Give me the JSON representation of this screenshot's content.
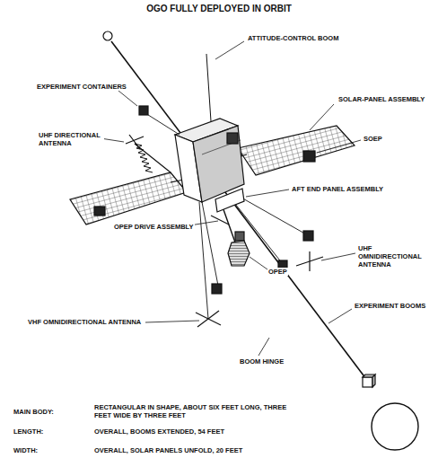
{
  "diagram": {
    "title": "OGO FULLY DEPLOYED IN ORBIT",
    "labels": [
      "EXPERIMENT CONTAINERS",
      "ATTITUDE-CONTROL BOOM",
      "UHF DIRECTIONAL ANTENNA",
      "SOLAR-PANEL ASSEMBLY",
      "SOEP",
      "AFT END PANEL ASSEMBLY",
      "OPEP DRIVE ASSEMBLY",
      "UHF OMNIDIRECTIONAL ANTENNA",
      "OPEP",
      "EXPERIMENT BOOMS",
      "VHF OMNIDIRECTIONAL ANTENNA",
      "BOOM HINGE",
      "MAIN BODY:",
      "RECTANGULAR IN SHAPE, ABOUT SIX FEET LONG, THREE FEET WIDE BY THREE FEET",
      "LENGTH:",
      "OVERALL, BOOMS EXTENDED, 54 FEET",
      "WIDTH:",
      "OVERALL, SOLAR PANELS UNFOLD, 20 FEET"
    ]
  }
}
